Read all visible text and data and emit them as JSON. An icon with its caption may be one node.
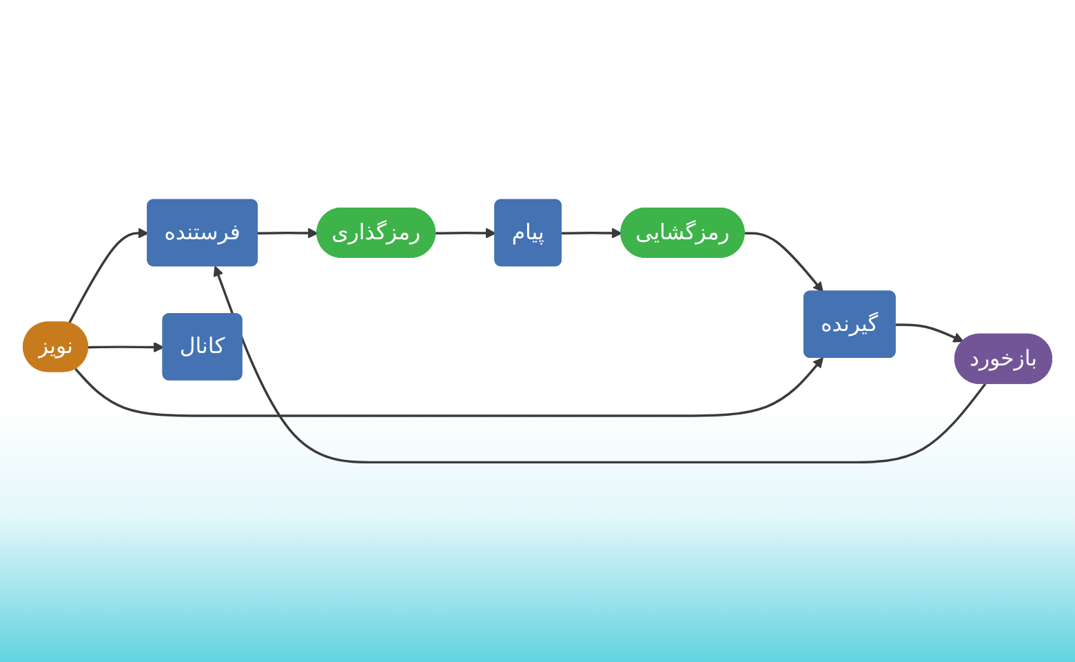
{
  "diagram": {
    "nodes": [
      {
        "text": [
          "فرستنده"
        ]
      },
      {
        "text": [
          "رمزگذاری"
        ]
      },
      {
        "text": [
          "پیام"
        ]
      },
      {
        "text": [
          "کانال"
        ]
      },
      {
        "text": [
          "رمزگشایی"
        ]
      },
      {
        "text": [
          "گیرنده"
        ]
      },
      {
        "text": [
          "بازخورد"
        ]
      },
      {
        "text": [
          "نویز"
        ]
      }
    ],
    "edges": [
      {
        "from": 0,
        "to": 1,
        "arrow": "to"
      },
      {
        "from": 1,
        "to": 2,
        "arrow": "to"
      },
      {
        "from": 2,
        "to": 4,
        "arrow": "to"
      },
      {
        "from": 4,
        "to": 5,
        "arrow": "to"
      },
      {
        "from": 5,
        "to": 6,
        "arrow": "to"
      },
      {
        "from": 6,
        "to": 0,
        "arrow": "to"
      },
      {
        "from": 7,
        "to": 0,
        "arrow": "to"
      },
      {
        "from": 7,
        "to": 3,
        "arrow": "to"
      },
      {
        "from": 7,
        "to": 5,
        "arrow": "to"
      }
    ]
  }
}
